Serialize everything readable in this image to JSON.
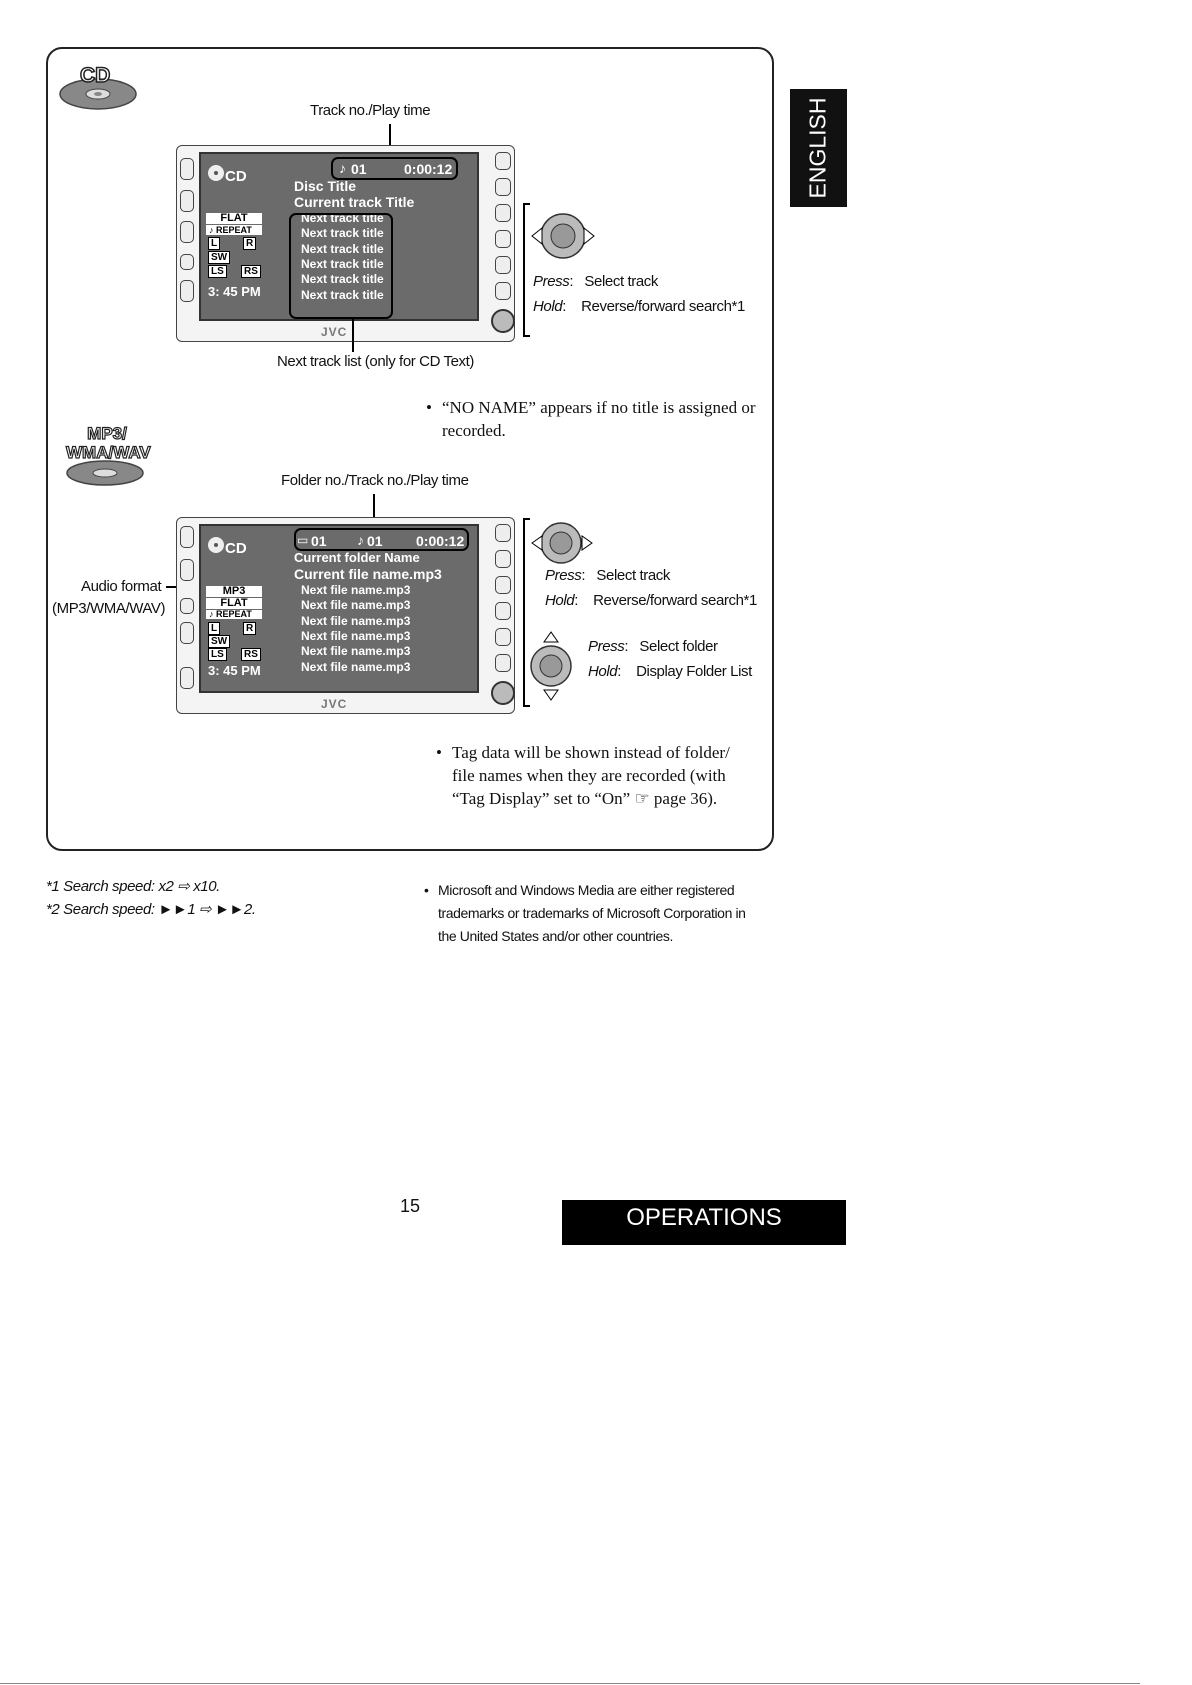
{
  "tab_language": "ENGLISH",
  "cd_section": {
    "badge": "CD",
    "top_callout": "Track no./Play time",
    "bottom_callout": "Next track list (only for CD Text)",
    "screen": {
      "source": "CD",
      "track": "01",
      "time": "0:00:12",
      "disc_title": "Disc Title",
      "current_track": "Current track Title",
      "next_tracks": [
        "Next track title",
        "Next track title",
        "Next track title",
        "Next track title",
        "Next track title",
        "Next track title"
      ],
      "eq": "FLAT",
      "repeat": "REPEAT",
      "channels": [
        "L",
        "R",
        "SW",
        "LS",
        "RS"
      ],
      "clock": "3: 45 PM",
      "brand": "JVC"
    },
    "control": {
      "press_label": "Press",
      "press_action": "Select track",
      "hold_label": "Hold",
      "hold_action": "Reverse/forward search*1"
    },
    "note": "“NO NAME” appears if no title is assigned or recorded."
  },
  "mp3_section": {
    "badge": "MP3/ WMA/WAV",
    "top_callout": "Folder no./Track no./Play time",
    "audio_format_label": "Audio format",
    "audio_format_sub": "(MP3/WMA/WAV)",
    "screen": {
      "source": "CD",
      "folder": "01",
      "track": "01",
      "time": "0:00:12",
      "folder_name": "Current folder Name",
      "current_file": "Current file name.mp3",
      "next_files": [
        "Next file name.mp3",
        "Next file name.mp3",
        "Next file name.mp3",
        "Next file name.mp3",
        "Next file name.mp3",
        "Next file name.mp3"
      ],
      "format": "MP3",
      "eq": "FLAT",
      "repeat": "REPEAT",
      "channels": [
        "L",
        "R",
        "SW",
        "LS",
        "RS"
      ],
      "clock": "3: 45 PM",
      "brand": "JVC"
    },
    "control_lr": {
      "press_label": "Press",
      "press_action": "Select track",
      "hold_label": "Hold",
      "hold_action": "Reverse/forward search*1"
    },
    "control_ud": {
      "press_label": "Press",
      "press_action": "Select folder",
      "hold_label": "Hold",
      "hold_action": "Display Folder List"
    },
    "note": "Tag data will be shown instead of folder/ file names when they are recorded (with “Tag Display” set to “On” ☞ page 36)."
  },
  "footnotes": [
    "*1 Search speed: x2 ⇨ x10.",
    "*2 Search speed: ►►1 ⇨ ►►2."
  ],
  "trademark_note": "Microsoft and Windows Media are either registered trademarks or trademarks of Microsoft Corporation in the United States and/or other countries.",
  "page_number": "15",
  "section_bar": "OPERATIONS"
}
